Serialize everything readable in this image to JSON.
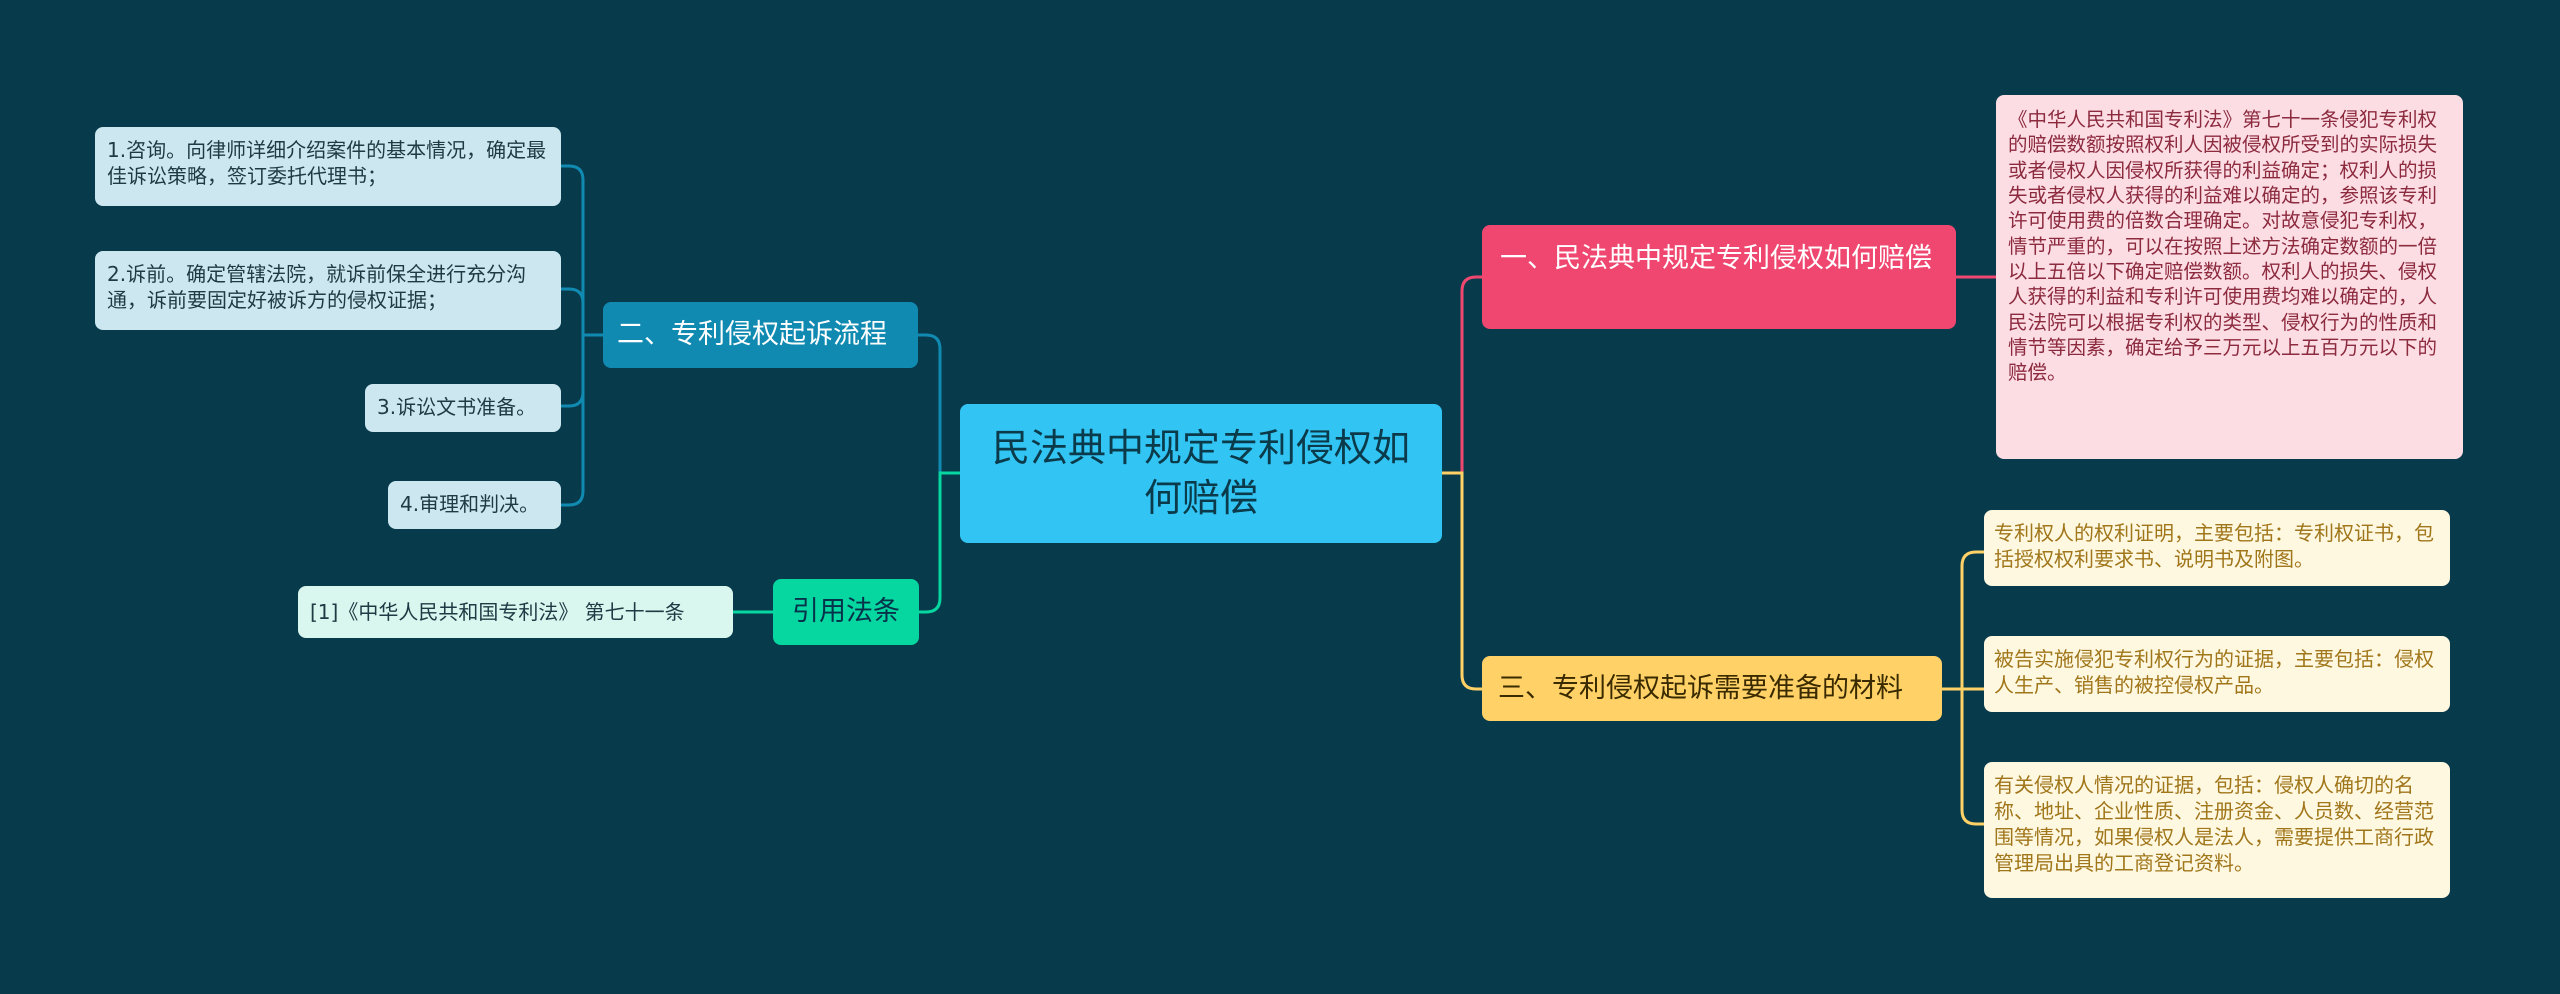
{
  "center": {
    "text": "民法典中规定专利侵权如何赔偿"
  },
  "branches": {
    "b1": {
      "label": "一、民法典中规定专利侵权如何赔偿",
      "leaf": "《中华人民共和国专利法》第七十一条侵犯专利权的赔偿数额按照权利人因被侵权所受到的实际损失或者侵权人因侵权所获得的利益确定；权利人的损失或者侵权人获得的利益难以确定的，参照该专利许可使用费的倍数合理确定。对故意侵犯专利权，情节严重的，可以在按照上述方法确定数额的一倍以上五倍以下确定赔偿数额。权利人的损失、侵权人获得的利益和专利许可使用费均难以确定的，人民法院可以根据专利权的类型、侵权行为的性质和情节等因素，确定给予三万元以上五百万元以下的赔偿。"
    },
    "b2": {
      "label": "二、专利侵权起诉流程",
      "leaves": [
        "1.咨询。向律师详细介绍案件的基本情况，确定最佳诉讼策略，签订委托代理书；",
        "2.诉前。确定管辖法院，就诉前保全进行充分沟通，诉前要固定好被诉方的侵权证据；",
        "3.诉讼文书准备。",
        "4.审理和判决。"
      ]
    },
    "b3": {
      "label": "三、专利侵权起诉需要准备的材料",
      "leaves": [
        "专利权人的权利证明，主要包括：专利权证书，包括授权权利要求书、说明书及附图。",
        "被告实施侵犯专利权行为的证据，主要包括：侵权人生产、销售的被控侵权产品。",
        "有关侵权人情况的证据，包括：侵权人确切的名称、地址、企业性质、注册资金、人员数、经营范围等情况，如果侵权人是法人，需要提供工商行政管理局出具的工商登记资料。"
      ]
    },
    "ref": {
      "label": "引用法条",
      "leaf": "[1]《中华人民共和国专利法》 第七十一条"
    }
  },
  "colors": {
    "background": "#073b4c",
    "center": "#32c5f4",
    "b1": "#ef476f",
    "b2": "#118ab2",
    "b3": "#ffd166",
    "ref": "#06d6a0"
  }
}
